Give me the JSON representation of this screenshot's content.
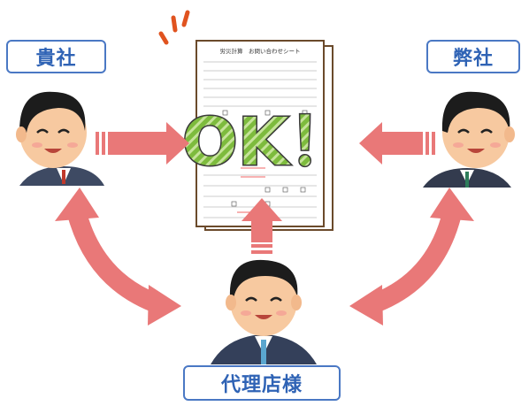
{
  "labels": {
    "your_company": "貴社",
    "our_company": "弊社",
    "agency": "代理店様"
  },
  "document": {
    "title": "労災計算　お問い合わせシート",
    "stamp": "OK！"
  },
  "colors": {
    "arrow": "#e97878",
    "label_border": "#4a78c4",
    "label_text": "#2f63b5",
    "stamp_fill": "#7dbb3d",
    "stamp_outline": "#3a3a3a",
    "accent": "#e0531f"
  }
}
